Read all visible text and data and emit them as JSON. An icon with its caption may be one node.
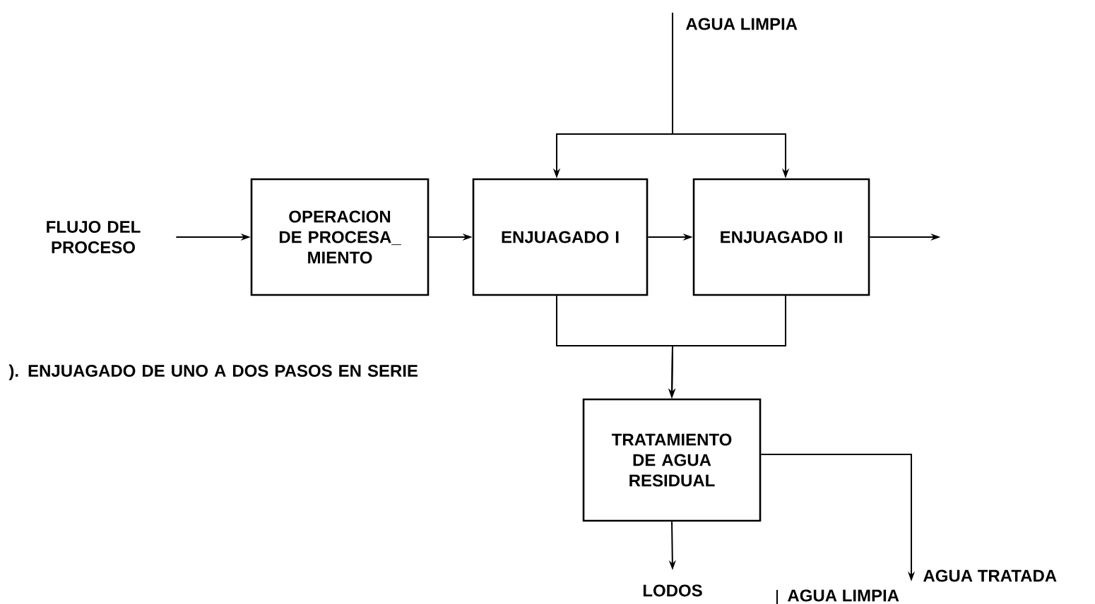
{
  "diagram": {
    "nodes": [
      {
        "text": [
          "FLUJO DEL PROCESO"
        ]
      },
      {
        "text": [
          "OPERACION DE PROCESA_ MIENTO"
        ]
      },
      {
        "text": [
          "ENJUAGADO I"
        ]
      },
      {
        "text": [
          "ENJUAGADO II"
        ]
      },
      {
        "text": [
          "AGUA LIMPIA"
        ]
      },
      {
        "text": [
          "TRATAMIENTO DE AGUA RESIDUAL"
        ]
      },
      {
        "text": [
          "LODOS"
        ]
      },
      {
        "text": [
          "AGUA TRATADA"
        ]
      }
    ],
    "edges": [
      {
        "from": 0,
        "to": 1,
        "arrow": "to"
      },
      {
        "from": 1,
        "to": 2,
        "arrow": "to"
      },
      {
        "from": 2,
        "to": 3,
        "arrow": "to"
      },
      {
        "from": 3,
        "to": null,
        "arrow": "to"
      },
      {
        "from": 4,
        "to": 2,
        "arrow": "to"
      },
      {
        "from": 4,
        "to": 3,
        "arrow": "to"
      },
      {
        "from": 2,
        "to": 5,
        "arrow": "to"
      },
      {
        "from": 3,
        "to": 5,
        "arrow": "to"
      },
      {
        "from": 5,
        "to": 6,
        "arrow": "to"
      },
      {
        "from": 5,
        "to": 7,
        "arrow": "to"
      }
    ],
    "labels": [
      "). ENJUAGADO DE UNO A DOS PASOS EN SERIE",
      "AGUA LIMPIA"
    ]
  }
}
